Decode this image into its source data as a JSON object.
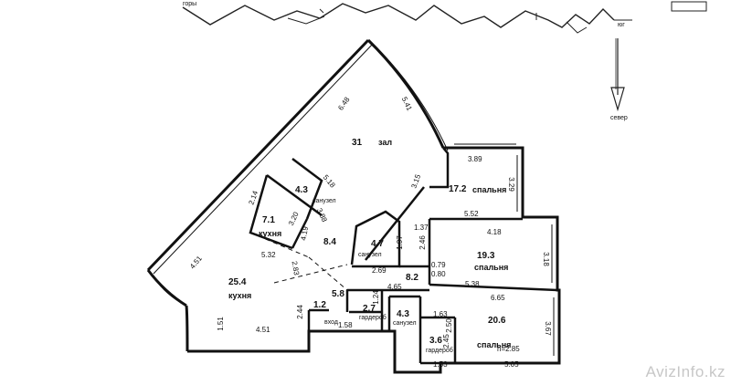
{
  "compass": {
    "mountains": "горы",
    "south": "юг",
    "north": "север"
  },
  "rooms": {
    "hall": {
      "area": "31",
      "name": "зал"
    },
    "bath_top": {
      "area": "4.3",
      "name": "санузел"
    },
    "kitchen_small": {
      "area": "7.1",
      "name": "кухня"
    },
    "corridor": {
      "area": "8.4"
    },
    "kitchen_big": {
      "area": "25.4",
      "name": "кухня"
    },
    "bath_mid": {
      "area": "4.7",
      "name": "санузел"
    },
    "bedroom_1": {
      "area": "17.2",
      "name": "спальня"
    },
    "bedroom_2": {
      "area": "19.3",
      "name": "спальня"
    },
    "bedroom_3": {
      "area": "20.6",
      "name": "спальня",
      "height": "h=2.85"
    },
    "hall_center": {
      "area": "8.2"
    },
    "entry_12": {
      "area": "1.2"
    },
    "entry": {
      "area": "5.8",
      "name": "вход"
    },
    "wardrobe_1": {
      "area": "2.7",
      "name": "гардероб"
    },
    "bath_low": {
      "area": "4.3",
      "name": "санузел"
    },
    "wardrobe_2": {
      "area": "3.6",
      "name": "гардероб"
    }
  },
  "dims": {
    "d648": "6.48",
    "d541": "5.41",
    "d518": "5.18",
    "d214": "2.14",
    "d388": "3.88",
    "d320": "3.20",
    "d419": "4.19",
    "d315": "3.15",
    "d389": "3.89",
    "d329": "3.29",
    "d552": "5.52",
    "d451": "4.51",
    "d532": "5.32",
    "d283": "2.83",
    "d137": "1.37",
    "d197": "1.97",
    "d246": "2.46",
    "d418": "4.18",
    "d318": "3.18",
    "d269": "2.69",
    "d079": "0.79",
    "d080": "0.80",
    "d538": "5.38",
    "d465": "4.65",
    "d665": "6.65",
    "d124": "1.24",
    "d244": "2.44",
    "d151": "1.51",
    "d451b": "4.51",
    "d158": "1.58",
    "d163": "1.63",
    "d250": "2.50",
    "d367": "3.67",
    "d245": "2.45",
    "d153": "1.53",
    "d505": "5.05"
  },
  "watermark": "AvizInfo.kz"
}
